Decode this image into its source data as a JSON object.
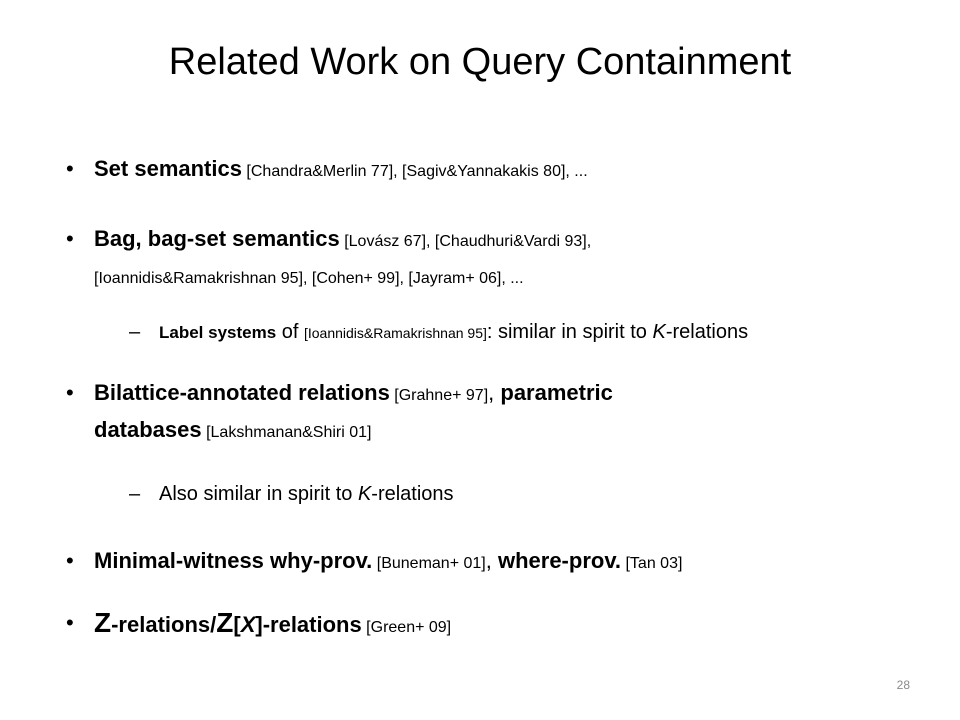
{
  "title": "Related Work on Query Containment",
  "bullets": {
    "b1": {
      "head": "Set semantics",
      "cites": " [Chandra&Merlin 77], [Sagiv&Yannakakis 80], ..."
    },
    "b2": {
      "head": "Bag, bag-set semantics",
      "cites_line1": " [Lovász 67], [Chaudhuri&Vardi 93],",
      "cites_line2": "[Ioannidis&Ramakrishnan 95], [Cohen+ 99], [Jayram+ 06], ..."
    },
    "b2_sub": {
      "head": "Label systems",
      "of": " of ",
      "cite": "[Ioannidis&Ramakrishnan  95]",
      "rest_pre": ": similar in spirit to ",
      "k": "K",
      "rest_post": "-relations"
    },
    "b3": {
      "head1": "Bilattice-annotated relations",
      "cite1": " [Grahne+ 97]",
      "comma": ", ",
      "head2a": "parametric",
      "head2b": "databases",
      "cite2": " [Lakshmanan&Shiri 01]"
    },
    "b3_sub": {
      "pre": "Also similar in spirit to ",
      "k": "K",
      "post": "-relations"
    },
    "b4": {
      "head1": "Minimal-witness why-prov.",
      "cite1": " [Buneman+ 01]",
      "comma": ", ",
      "head2": "where-prov.",
      "cite2": " [Tan 03]"
    },
    "b5": {
      "z1": "Z",
      "mid1": "-relations/",
      "z2": "Z",
      "bracket_open": "[",
      "x": "X",
      "bracket_close": "]-relations",
      "cite": " [Green+ 09]"
    }
  },
  "page_number": "28",
  "bullet_glyph": "•",
  "dash_glyph": "–"
}
